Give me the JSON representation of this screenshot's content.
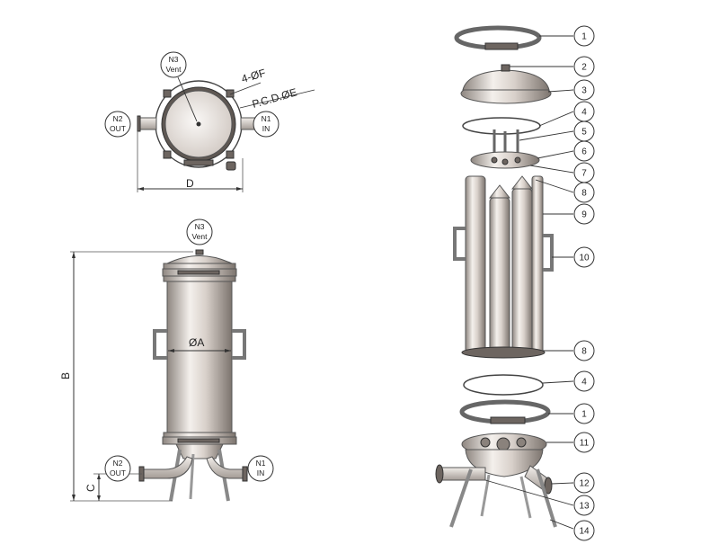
{
  "nozzles": {
    "n3_top": {
      "tag": "N3",
      "label": "Vent"
    },
    "n2_top": {
      "tag": "N2",
      "label": "OUT"
    },
    "n1_top": {
      "tag": "N1",
      "label": "IN"
    },
    "n3_side": {
      "tag": "N3",
      "label": "Vent"
    },
    "n2_side": {
      "tag": "N2",
      "label": "OUT"
    },
    "n1_side": {
      "tag": "N1",
      "label": "IN"
    }
  },
  "dimensions": {
    "holes": "4-ØF",
    "pcd": "P.C.D.ØE",
    "width": "D",
    "diameter": "ØA",
    "height": "B",
    "base": "C"
  },
  "parts": [
    "1",
    "2",
    "3",
    "4",
    "5",
    "6",
    "7",
    "8",
    "9",
    "10",
    "8",
    "4",
    "1",
    "11",
    "12",
    "13",
    "14"
  ]
}
